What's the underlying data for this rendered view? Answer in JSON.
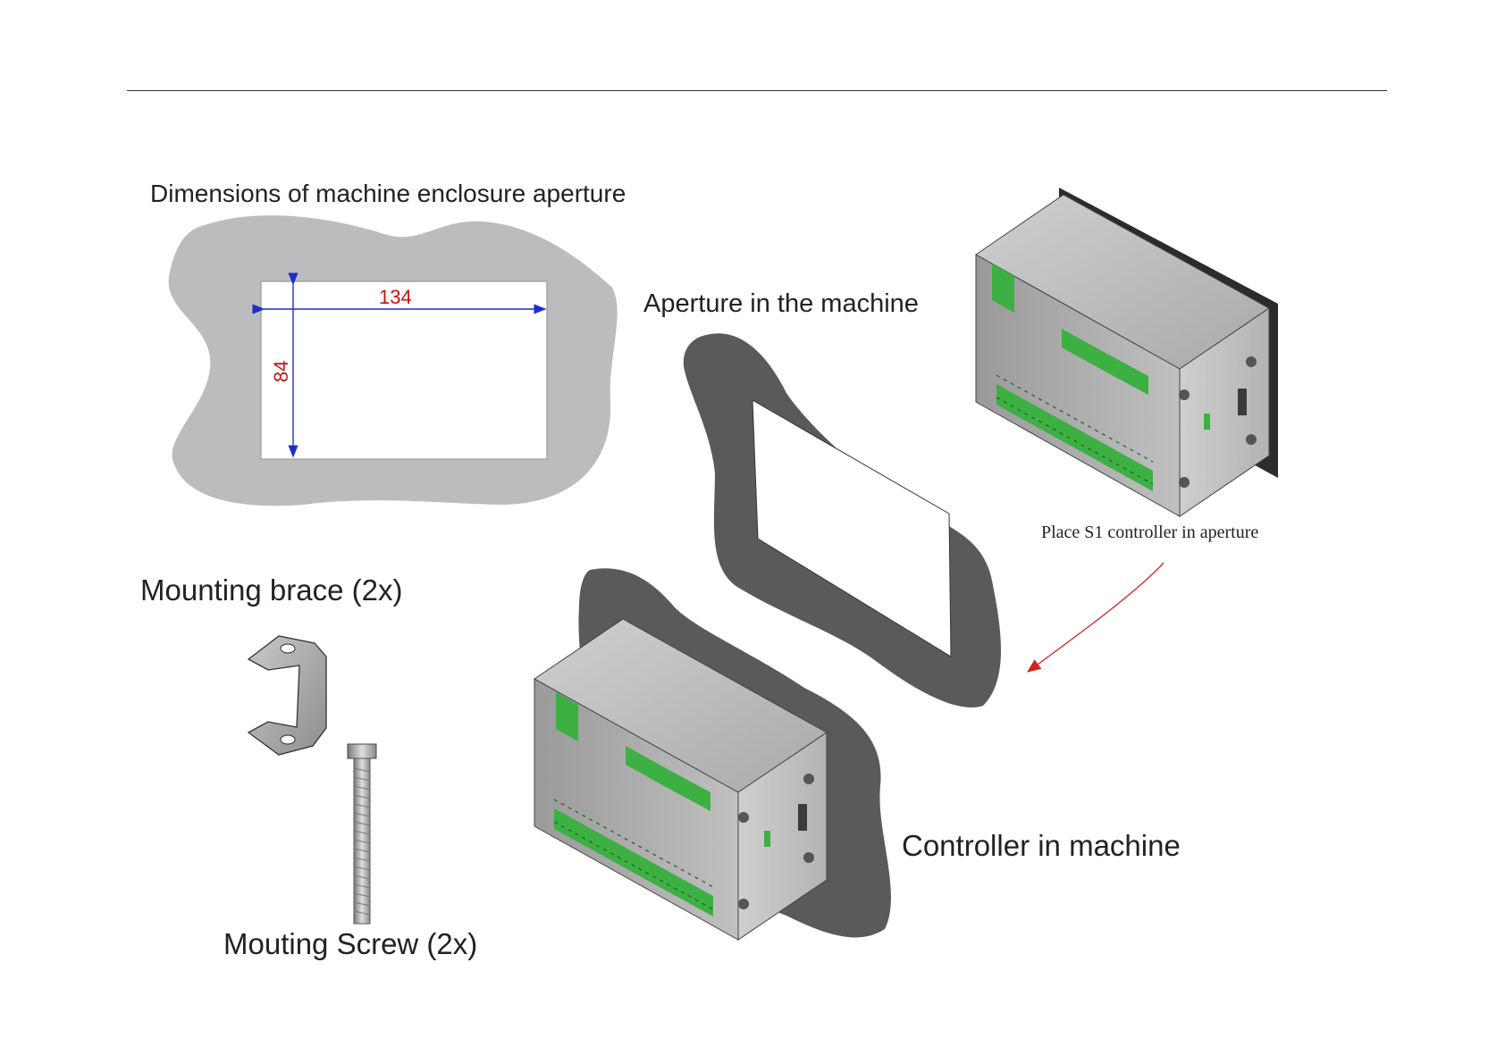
{
  "labels": {
    "dimensions_title": "Dimensions of machine enclosure aperture",
    "aperture_title": "Aperture in the machine",
    "brace_title": "Mounting brace (2x)",
    "screw_title": "Mouting Screw (2x)",
    "controller_title": "Controller in machine",
    "place_instruction": "Place S1 controller in aperture"
  },
  "dimensions": {
    "width": "134",
    "height": "84"
  },
  "colors": {
    "panel_light": "#bcbcbe",
    "panel_dark": "#5a5a5a",
    "dimension_line": "#1a2fd0",
    "dimension_text": "#cc1111",
    "arrow": "#d22222",
    "terminal_green": "#3cb043"
  }
}
